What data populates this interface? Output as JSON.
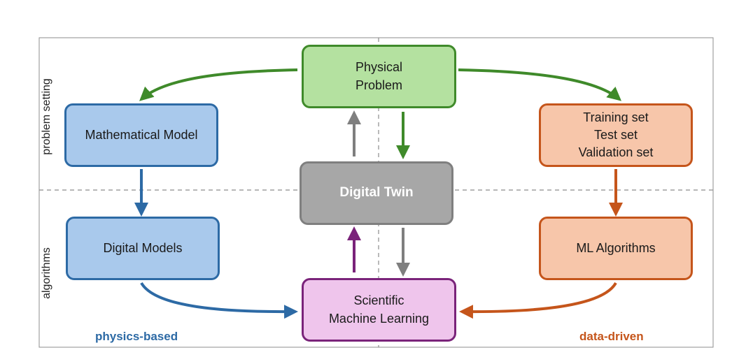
{
  "colors": {
    "green": "#3f8a2a",
    "green_fill": "#b4e1a0",
    "blue": "#2d6aa5",
    "blue_fill": "#a9c9ec",
    "orange": "#c5551b",
    "orange_fill": "#f7c6aa",
    "purple": "#7a237a",
    "purple_fill": "#efc5ec",
    "gray": "#7f7f7f",
    "gray_fill": "#a7a7a7"
  },
  "boxes": {
    "physical_problem": "Physical\nProblem",
    "mathematical_model": "Mathematical Model",
    "datasets": "Training set\nTest set\nValidation set",
    "digital_twin": "Digital Twin",
    "digital_models": "Digital Models",
    "ml_algorithms": "ML Algorithms",
    "sciml": "Scientific\nMachine Learning"
  },
  "side_labels": {
    "top": "problem setting",
    "bottom": "algorithms"
  },
  "corner_labels": {
    "left": "physics-based",
    "right": "data-driven"
  }
}
